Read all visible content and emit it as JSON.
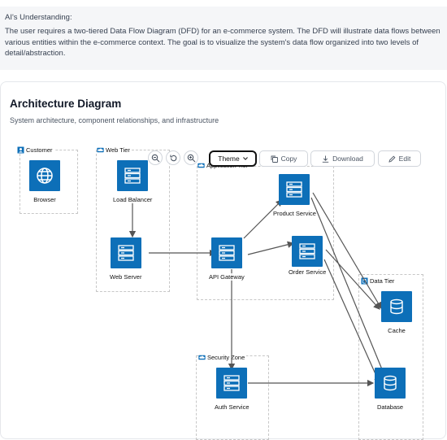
{
  "understanding": {
    "title": "AI's Understanding:",
    "text": "The user requires a two-tiered Data Flow Diagram (DFD) for an e-commerce system. The DFD will illustrate data flows between various entities within the e-commerce context. The goal is to visualize the system's data flow organized into two levels of detail/abstraction."
  },
  "card": {
    "title": "Architecture Diagram",
    "subtitle": "System architecture, component relationships, and infrastructure"
  },
  "toolbar": {
    "theme_label": "Theme",
    "copy_label": "Copy",
    "download_label": "Download",
    "edit_label": "Edit"
  },
  "zones": {
    "customer": "Customer",
    "web_tier": "Web Tier",
    "application_tier": "Application Tier",
    "data_tier": "Data Tier",
    "security_zone": "Security Zone"
  },
  "nodes": {
    "browser": "Browser",
    "load_balancer": "Load Balancer",
    "web_server": "Web Server",
    "api_gateway": "API Gateway",
    "product_service": "Product Service",
    "order_service": "Order Service",
    "cache": "Cache",
    "database": "Database",
    "auth_service": "Auth Service"
  },
  "colors": {
    "node": "#0d6fb8",
    "edge": "#555555"
  }
}
